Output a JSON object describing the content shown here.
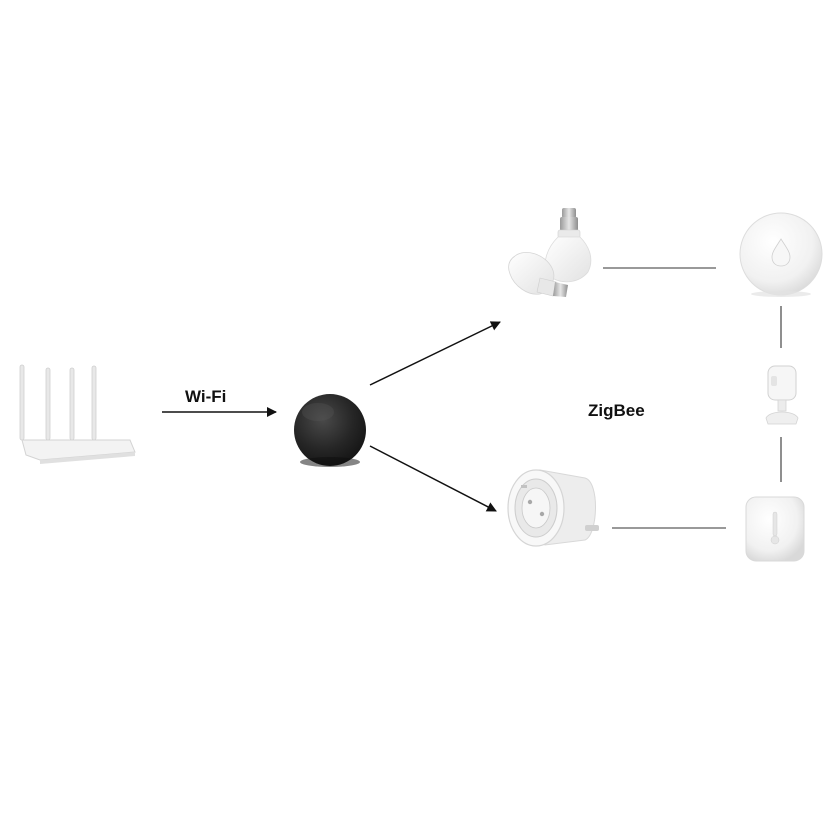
{
  "labels": {
    "wifi": "Wi-Fi",
    "zigbee": "ZigBee"
  },
  "devices": [
    {
      "id": "router",
      "icon": "wifi-router-icon"
    },
    {
      "id": "hub",
      "icon": "zigbee-hub-icon"
    },
    {
      "id": "bulbs",
      "icon": "smart-bulbs-icon"
    },
    {
      "id": "plug",
      "icon": "smart-plug-icon"
    },
    {
      "id": "leak",
      "icon": "water-leak-sensor-icon"
    },
    {
      "id": "motion",
      "icon": "motion-sensor-icon"
    },
    {
      "id": "temp",
      "icon": "temperature-humidity-sensor-icon"
    }
  ],
  "colors": {
    "background": "#ffffff",
    "hub": "#1e1e1e",
    "device": "#f4f4f4",
    "line": "#333333",
    "arrow": "#111111"
  }
}
